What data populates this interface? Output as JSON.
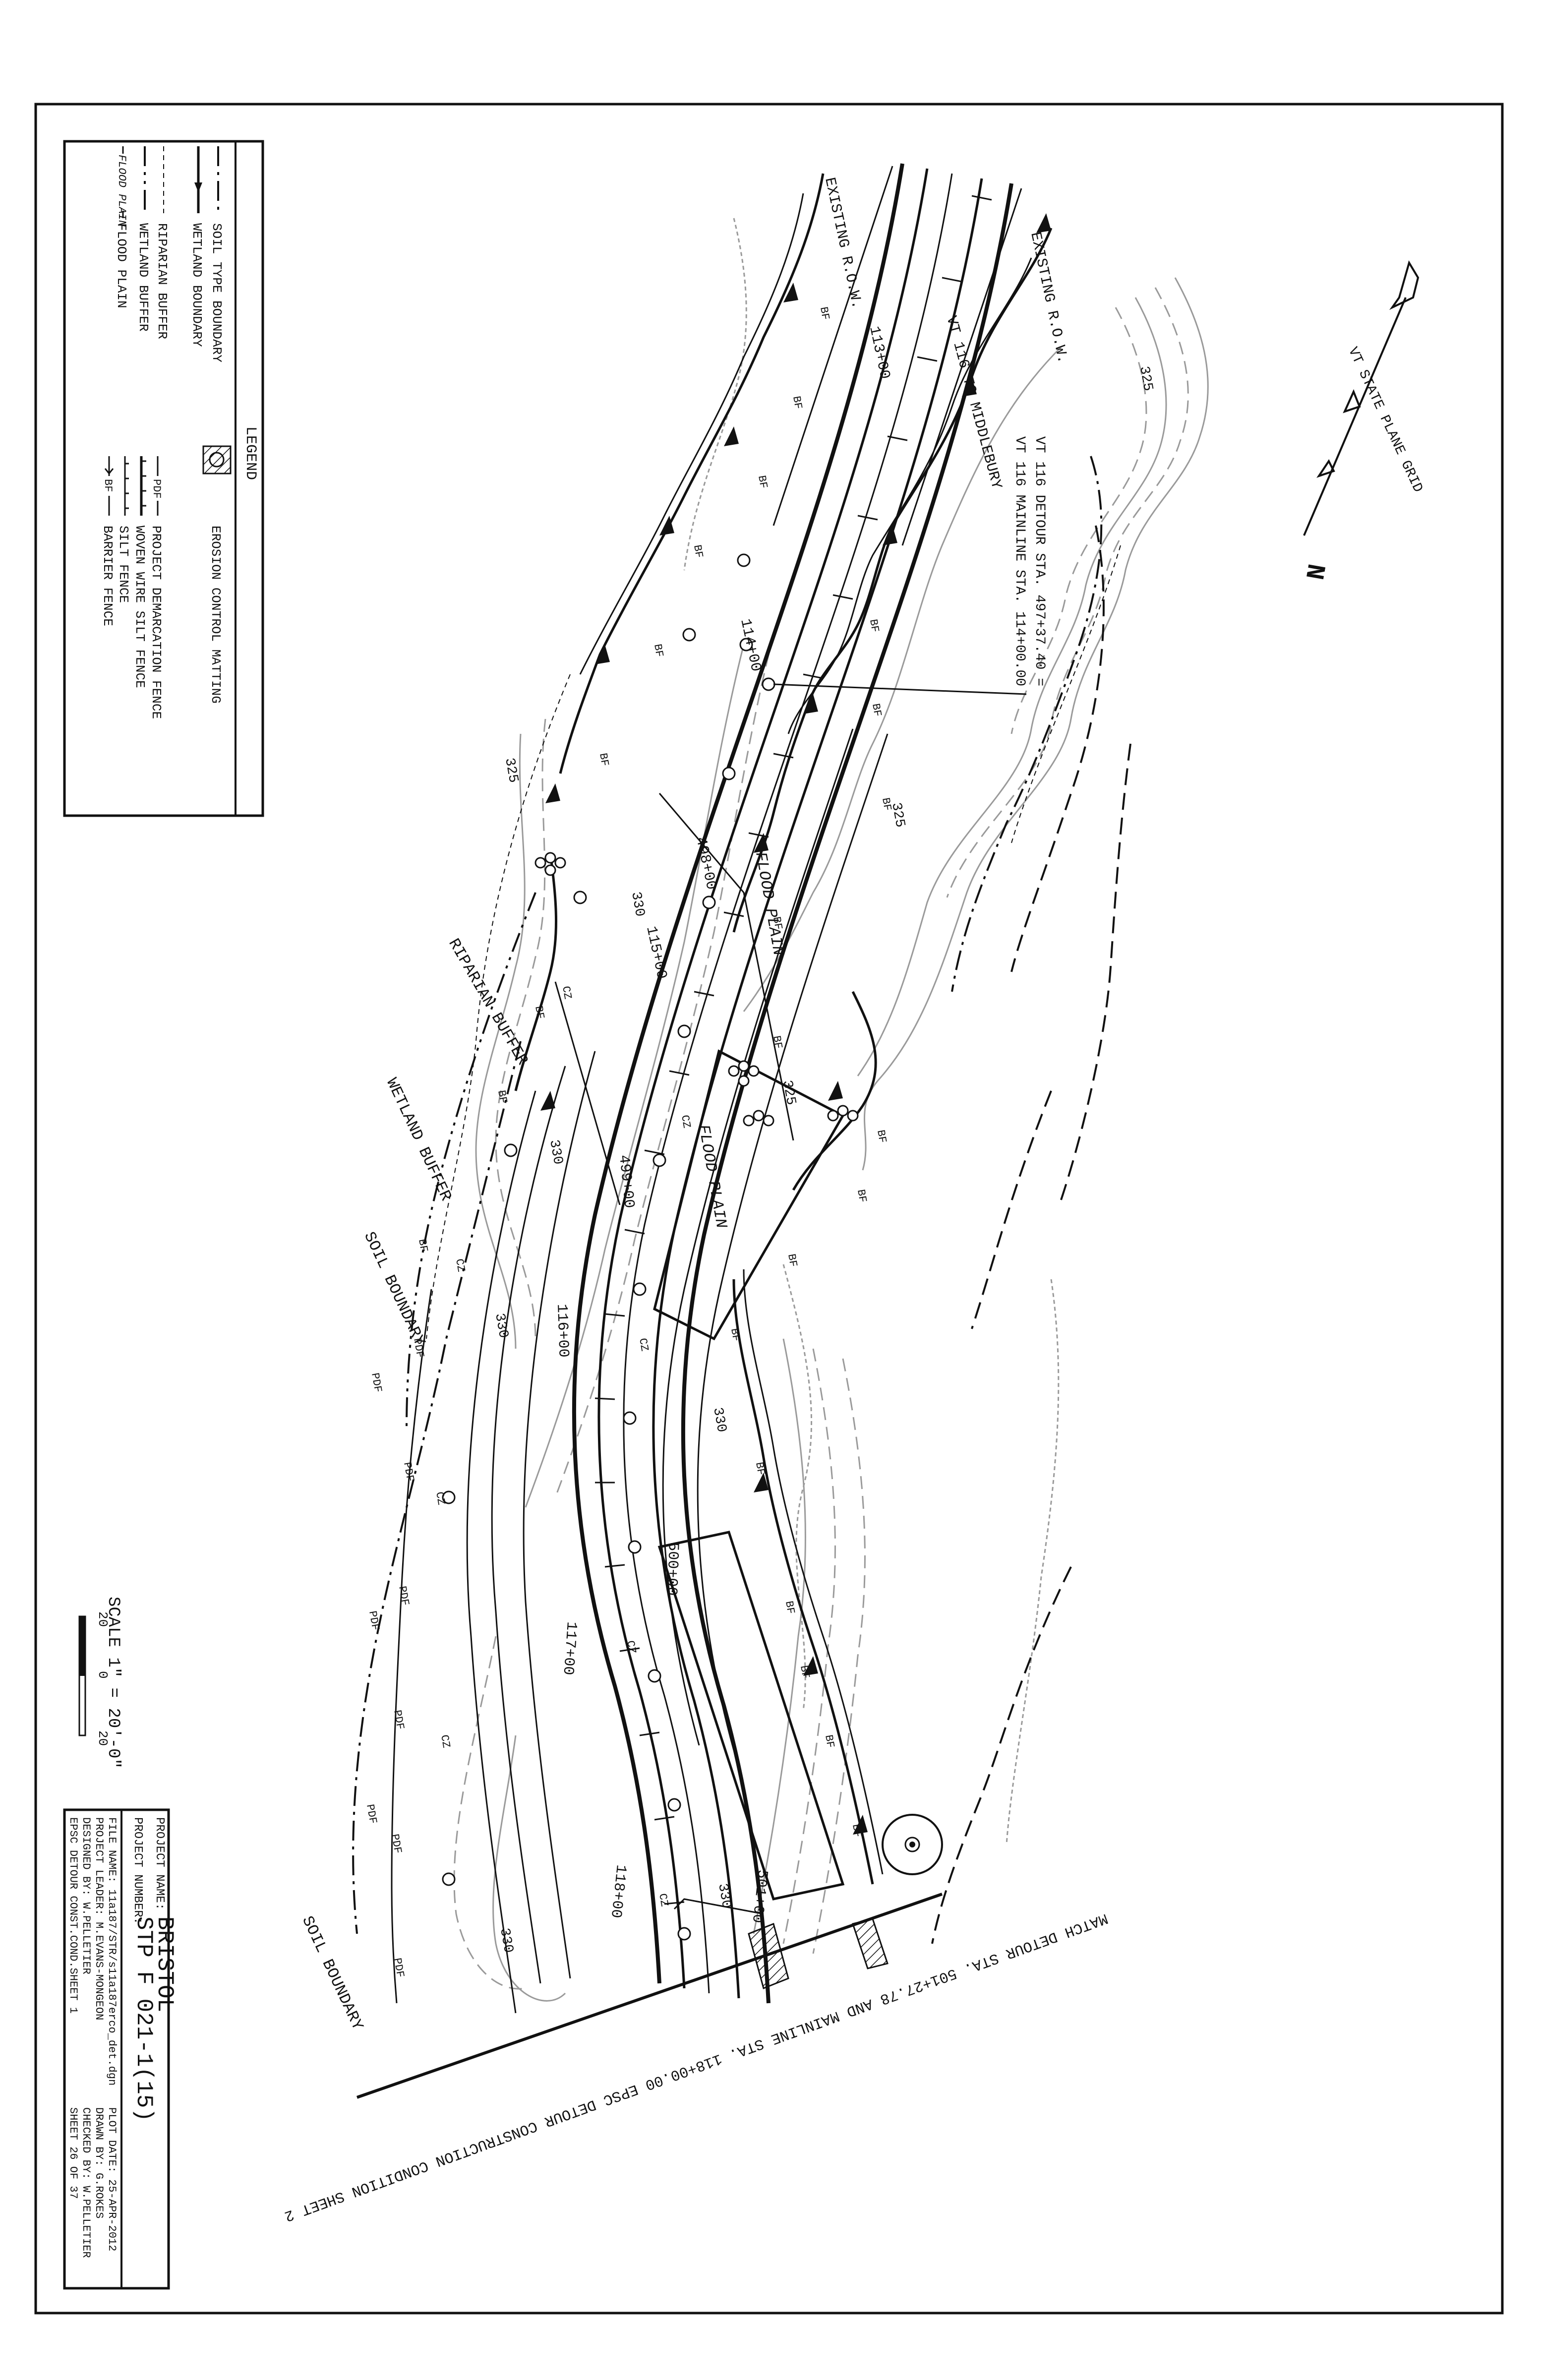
{
  "legend": {
    "title": "LEGEND",
    "items": [
      {
        "key": "soil",
        "label": "SOIL TYPE BOUNDARY"
      },
      {
        "key": "wetland",
        "label": "WETLAND BOUNDARY"
      },
      {
        "key": "riparian",
        "label": "RIPARIAN BUFFER"
      },
      {
        "key": "wetbuf",
        "label": "WETLAND BUFFER"
      },
      {
        "key": "flood",
        "label": "FLOOD PLAIN",
        "line_tag": "FLOOD PLAIN"
      },
      {
        "key": "matting",
        "label": "EROSION CONTROL MATTING"
      },
      {
        "key": "pdf",
        "label": "PROJECT DEMARCATION FENCE",
        "line_tag": "PDF"
      },
      {
        "key": "woven",
        "label": "WOVEN WIRE SILT FENCE"
      },
      {
        "key": "silt",
        "label": "SILT FENCE"
      },
      {
        "key": "bf",
        "label": "BARRIER FENCE",
        "line_tag": "BF"
      }
    ]
  },
  "north_arrow": {
    "grid_label": "VT STATE PLANE GRID",
    "letter": "N"
  },
  "annotations": {
    "existing_row_1": "EXISTING R.O.W.",
    "existing_row_2": "EXISTING R.O.W.",
    "route": "VT 116 TO MIDDLEBURY",
    "detour_sta": "VT 116 DETOUR STA. 497+37.40 =",
    "mainline_sta": "VT 116 MAINLINE STA. 114+00.00",
    "riparian": "RIPARIAN BUFFER",
    "wetland_buffer": "WETLAND BUFFER",
    "soil_boundary_1": "SOIL BOUNDARY",
    "soil_boundary_2": "SOIL BOUNDARY",
    "flood_plain_1": "FLOOD PLAIN",
    "flood_plain_2": "FLOOD PLAIN",
    "match_line": "MATCH DETOUR STA. 501+27.78 AND MAINLINE STA. 118+00.00 EPSC DETOUR CONSTRUCTION CONDITION SHEET 2"
  },
  "stations": [
    "113+00",
    "114+00",
    "498+00",
    "115+00",
    "499+00",
    "116+00",
    "500+00",
    "117+00",
    "501+00",
    "118+00"
  ],
  "contours": [
    "325",
    "325",
    "325",
    "325",
    "330",
    "330",
    "330",
    "330",
    "330",
    "330"
  ],
  "line_tags": {
    "bf": "BF",
    "cz": "CZ",
    "pdf": "PDF"
  },
  "scale": {
    "label": "SCALE 1\" = 20'-0\"",
    "ticks": [
      "20",
      "0",
      "20"
    ]
  },
  "title_block": {
    "project_name_label": "PROJECT NAME:",
    "project_name": "BRISTOL",
    "project_number_label": "PROJECT NUMBER:",
    "project_number": "STP F 021-1(15)",
    "file_name": "FILE NAME: 11a187/STR/s11a187erco_det.dgn",
    "plot_date": "PLOT DATE: 25-APR-2012",
    "project_leader": "PROJECT LEADER: M.EVANS-MONGEON",
    "drawn_by": "DRAWN BY: G.ROKES",
    "designed_by": "DESIGNED BY: W.PELLETIER",
    "checked_by": "CHECKED BY: W.PELLETIER",
    "sheet_title": "EPSC DETOUR CONST.COND.SHEET 1",
    "sheet": "SHEET 26 OF 37"
  }
}
